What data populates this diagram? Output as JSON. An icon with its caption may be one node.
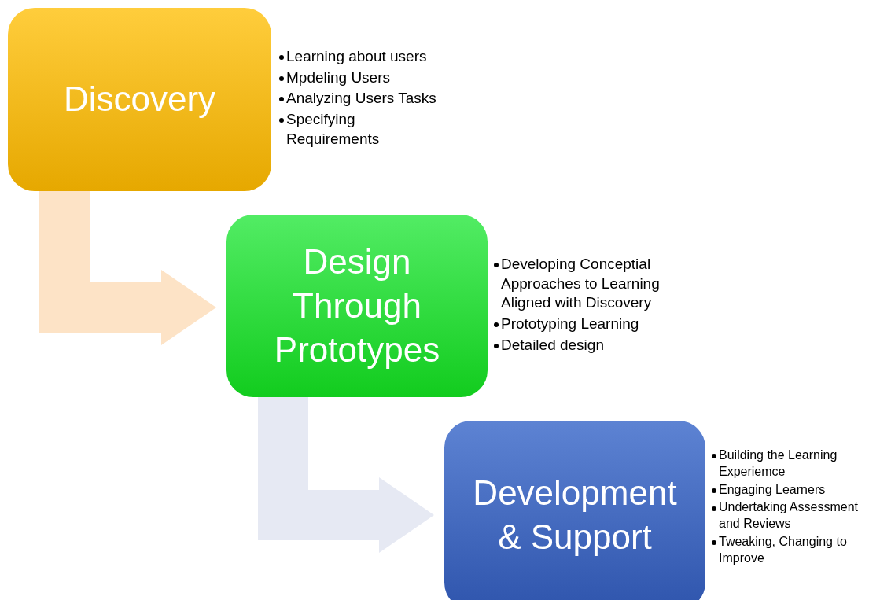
{
  "diagram": {
    "nodes": [
      {
        "text": [
          "Discovery"
        ],
        "beside": [
          "Learning about users",
          "Mpdeling Users",
          "Analyzing Users Tasks",
          "Specifying Requirements"
        ]
      },
      {
        "text": [
          "Design Through Prototypes"
        ],
        "beside": [
          "Developing Conceptial Approaches to Learning Aligned with Discovery",
          "Prototyping Learning",
          "Detailed design"
        ]
      },
      {
        "text": [
          "Development & Support"
        ],
        "beside": [
          "Building the Learning Experiemce",
          "Engaging Learners",
          "Undertaking Assessment and Reviews",
          "Tweaking, Changing to Improve"
        ]
      }
    ],
    "edges": [
      {
        "from": 0,
        "to": 1,
        "arrow": "to",
        "color": "#fde3c6"
      },
      {
        "from": 1,
        "to": 2,
        "arrow": "to",
        "color": "#e6e9f3"
      }
    ]
  }
}
